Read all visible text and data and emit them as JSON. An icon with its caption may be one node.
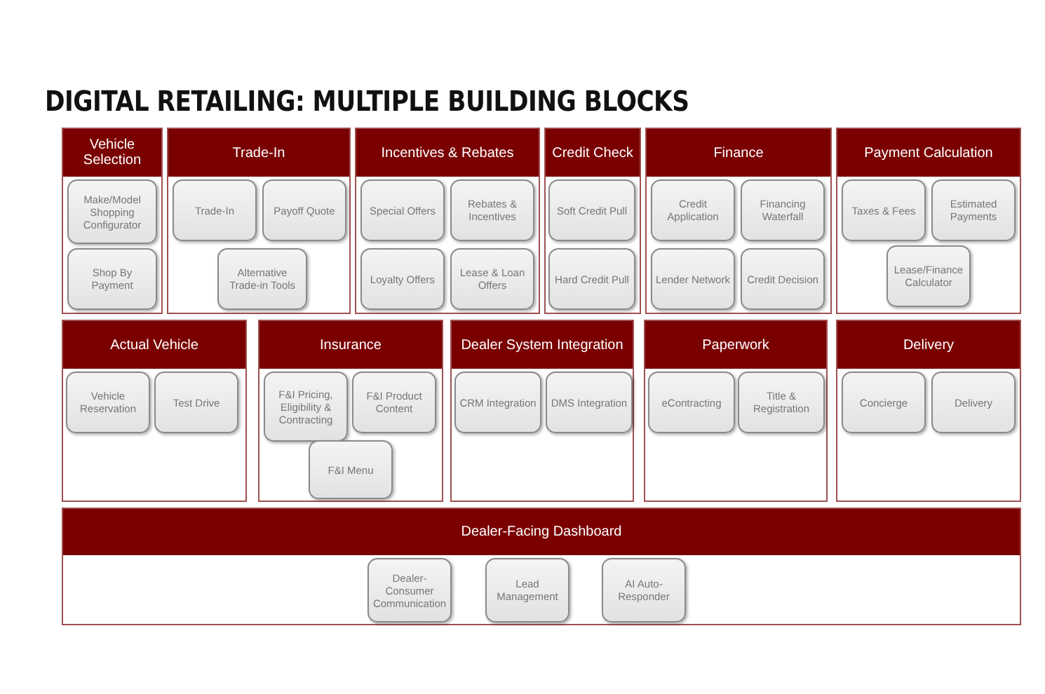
{
  "diagram": {
    "title": "DIGITAL RETAILING: MULTIPLE BUILDING BLOCKS",
    "nodes": [
      {
        "text": [
          "Vehicle Selection"
        ]
      },
      {
        "text": [
          "Make/Model Shopping Configurator"
        ],
        "in": 0
      },
      {
        "text": [
          "Shop By Payment"
        ],
        "in": 0
      },
      {
        "text": [
          "Trade-In"
        ]
      },
      {
        "text": [
          "Trade-In"
        ],
        "in": 3
      },
      {
        "text": [
          "Payoff Quote"
        ],
        "in": 3
      },
      {
        "text": [
          "Alternative Trade-in Tools"
        ],
        "in": 3
      },
      {
        "text": [
          "Incentives & Rebates"
        ]
      },
      {
        "text": [
          "Special Offers"
        ],
        "in": 7
      },
      {
        "text": [
          "Rebates & Incentives"
        ],
        "in": 7
      },
      {
        "text": [
          "Loyalty Offers"
        ],
        "in": 7
      },
      {
        "text": [
          "Lease & Loan Offers"
        ],
        "in": 7
      },
      {
        "text": [
          "Credit Check"
        ]
      },
      {
        "text": [
          "Soft Credit Pull"
        ],
        "in": 12
      },
      {
        "text": [
          "Hard Credit Pull"
        ],
        "in": 12
      },
      {
        "text": [
          "Finance"
        ]
      },
      {
        "text": [
          "Credit Application"
        ],
        "in": 15
      },
      {
        "text": [
          "Financing Waterfall"
        ],
        "in": 15
      },
      {
        "text": [
          "Lender Network"
        ],
        "in": 15
      },
      {
        "text": [
          "Credit Decision"
        ],
        "in": 15
      },
      {
        "text": [
          "Payment Calculation"
        ]
      },
      {
        "text": [
          "Taxes & Fees"
        ],
        "in": 20
      },
      {
        "text": [
          "Estimated Payments"
        ],
        "in": 20
      },
      {
        "text": [
          "Lease/Finance Calculator"
        ],
        "in": 20
      },
      {
        "text": [
          "Actual Vehicle"
        ]
      },
      {
        "text": [
          "Vehicle Reservation"
        ],
        "in": 24
      },
      {
        "text": [
          "Test Drive"
        ],
        "in": 24
      },
      {
        "text": [
          "Insurance"
        ]
      },
      {
        "text": [
          "F&I Pricing, Eligibility & Contracting"
        ],
        "in": 27
      },
      {
        "text": [
          "F&I Product Content"
        ],
        "in": 27
      },
      {
        "text": [
          "F&I Menu"
        ],
        "in": 27
      },
      {
        "text": [
          "Dealer System Integration"
        ]
      },
      {
        "text": [
          "CRM Integration"
        ],
        "in": 31
      },
      {
        "text": [
          "DMS Integration"
        ],
        "in": 31
      },
      {
        "text": [
          "Paperwork"
        ]
      },
      {
        "text": [
          "eContracting"
        ],
        "in": 34
      },
      {
        "text": [
          "Title & Registration"
        ],
        "in": 34
      },
      {
        "text": [
          "Delivery"
        ]
      },
      {
        "text": [
          "Concierge"
        ],
        "in": 37
      },
      {
        "text": [
          "Delivery"
        ],
        "in": 37
      },
      {
        "text": [
          "Dealer-Facing Dashboard"
        ]
      },
      {
        "text": [
          "Dealer-Consumer Communication"
        ],
        "in": 40
      },
      {
        "text": [
          "Lead Management"
        ],
        "in": 40
      },
      {
        "text": [
          "AI Auto-Responder"
        ],
        "in": 40
      }
    ],
    "edges": []
  }
}
